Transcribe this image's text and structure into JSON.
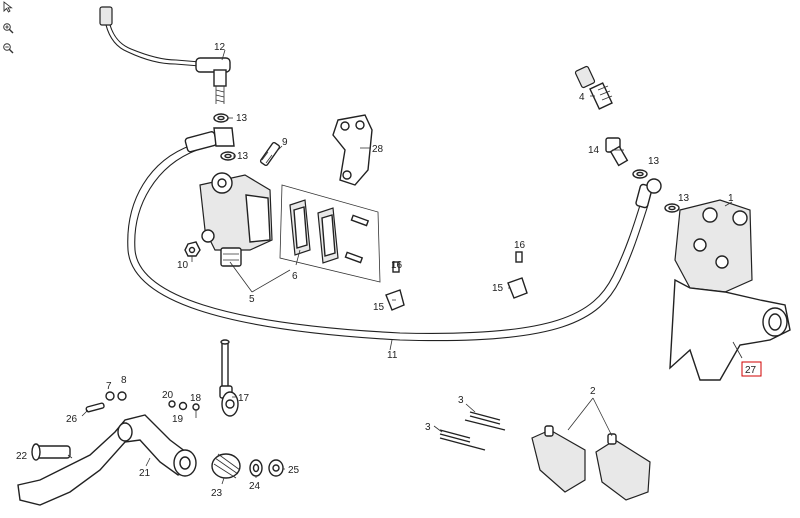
{
  "viewer": {
    "tools": [
      {
        "name": "select-tool-icon"
      },
      {
        "name": "zoom-in-icon"
      },
      {
        "name": "zoom-out-icon"
      }
    ]
  },
  "diagram": {
    "highlight_color": "#d00000",
    "callouts": {
      "c1": "1",
      "c2": "2",
      "c3a": "3",
      "c3b": "3",
      "c4": "4",
      "c5": "5",
      "c6": "6",
      "c7": "7",
      "c8": "8",
      "c9": "9",
      "c10": "10",
      "c11": "11",
      "c12": "12",
      "c13a": "13",
      "c13b": "13",
      "c13c": "13",
      "c13d": "13",
      "c14": "14",
      "c15a": "15",
      "c15b": "15",
      "c16a": "16",
      "c16b": "16",
      "c17": "17",
      "c18": "18",
      "c19": "19",
      "c20": "20",
      "c21": "21",
      "c22": "22",
      "c23": "23",
      "c24": "24",
      "c25": "25",
      "c26": "26",
      "c27": "27",
      "c28": "28"
    }
  }
}
